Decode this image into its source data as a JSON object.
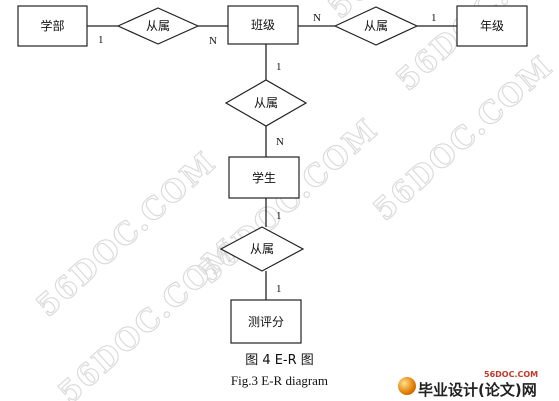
{
  "entities": {
    "department": "学部",
    "class": "班级",
    "grade": "年级",
    "student": "学生",
    "evaluation": "测评分"
  },
  "relationships": {
    "dept_class": "从属",
    "class_grade": "从属",
    "class_student": "从属",
    "student_eval": "从属"
  },
  "cardinalities": {
    "dept_side": "1",
    "class_side_dept": "N",
    "class_side_grade": "N",
    "grade_side": "1",
    "class_side_student": "1",
    "student_side_class": "N",
    "student_side_eval": "1",
    "eval_side": "1"
  },
  "caption": {
    "cn": "图 4   E-R 图",
    "en": "Fig.3      E-R diagram"
  },
  "watermark": {
    "text": "56DOC.COM"
  },
  "logo": {
    "url": "56DOC.COM",
    "name": "毕业设计(论文)网"
  }
}
